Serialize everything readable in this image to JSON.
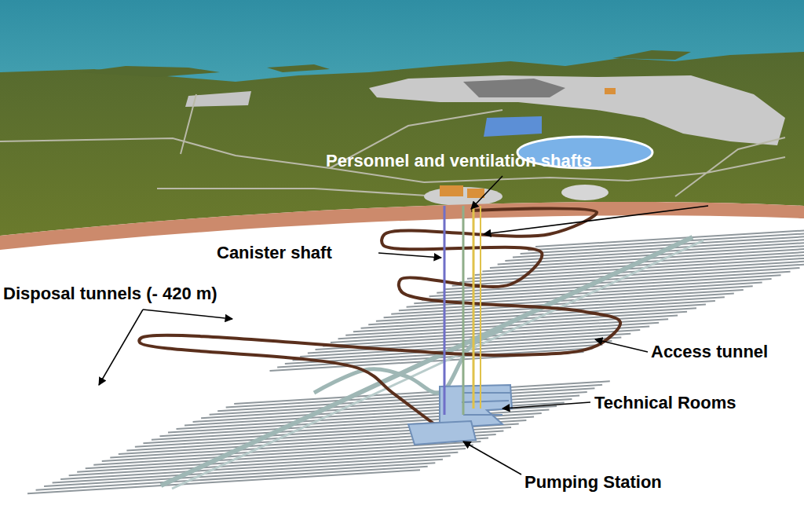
{
  "diagram": {
    "labels": [
      "Personnel and ventilation shafts",
      "Canister shaft",
      "Disposal tunnels (- 420 m)",
      "Access tunnel",
      "Technical Rooms",
      "Pumping Station"
    ]
  }
}
